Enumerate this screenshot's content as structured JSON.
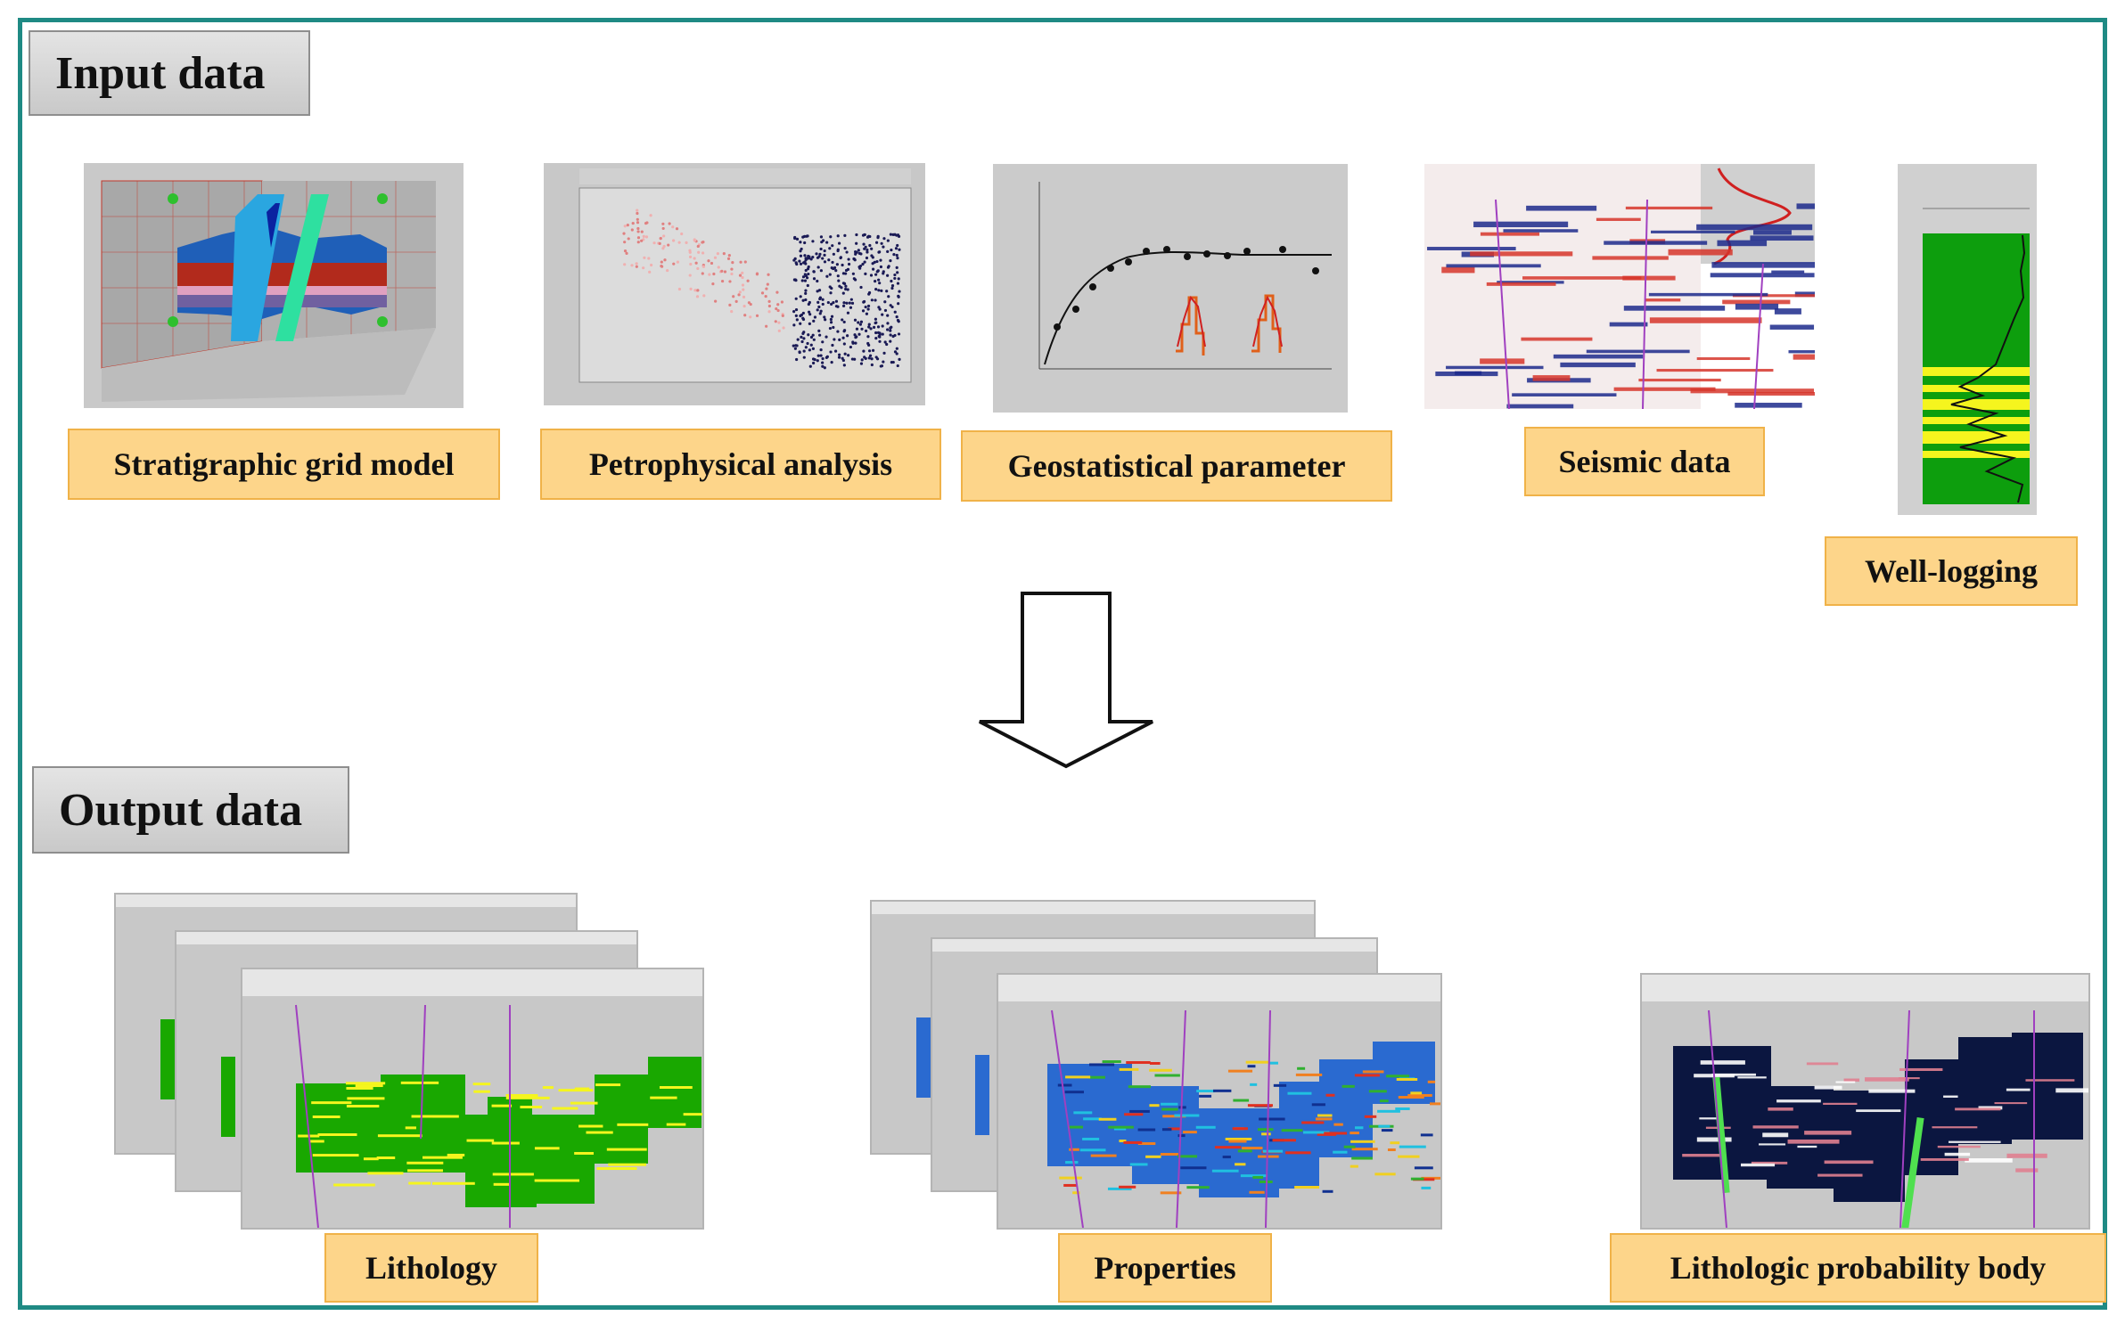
{
  "input_section": {
    "title": "Input data",
    "items": [
      {
        "label": "Stratigraphic grid model",
        "icon": "stratigraphic-grid-3d-image"
      },
      {
        "label": "Petrophysical analysis",
        "icon": "crossplot-scatter-image"
      },
      {
        "label": "Geostatistical parameter",
        "icon": "variogram-chart-image"
      },
      {
        "label": "Seismic data",
        "icon": "seismic-section-image"
      },
      {
        "label": "Well-logging",
        "icon": "well-log-track-image"
      }
    ]
  },
  "flow": {
    "arrow": "down-arrow"
  },
  "output_section": {
    "title": "Output data",
    "items": [
      {
        "label": "Lithology",
        "icon": "lithology-section-stack-image"
      },
      {
        "label": "Properties",
        "icon": "properties-section-stack-image"
      },
      {
        "label": "Lithologic probability body",
        "icon": "probability-section-image"
      }
    ]
  },
  "colors": {
    "frame": "#1f8a84",
    "label_fill": "#fdd58a",
    "label_border": "#f0b248",
    "title_fill": "#d3d3d3",
    "lithology_green": "#19a800",
    "lithology_yellow": "#f5f51e",
    "probability_background": "#0b1640",
    "well_log_green": "#0d9e0d",
    "seismic_red": "#d6362c",
    "seismic_blue": "#1c2a8c"
  }
}
